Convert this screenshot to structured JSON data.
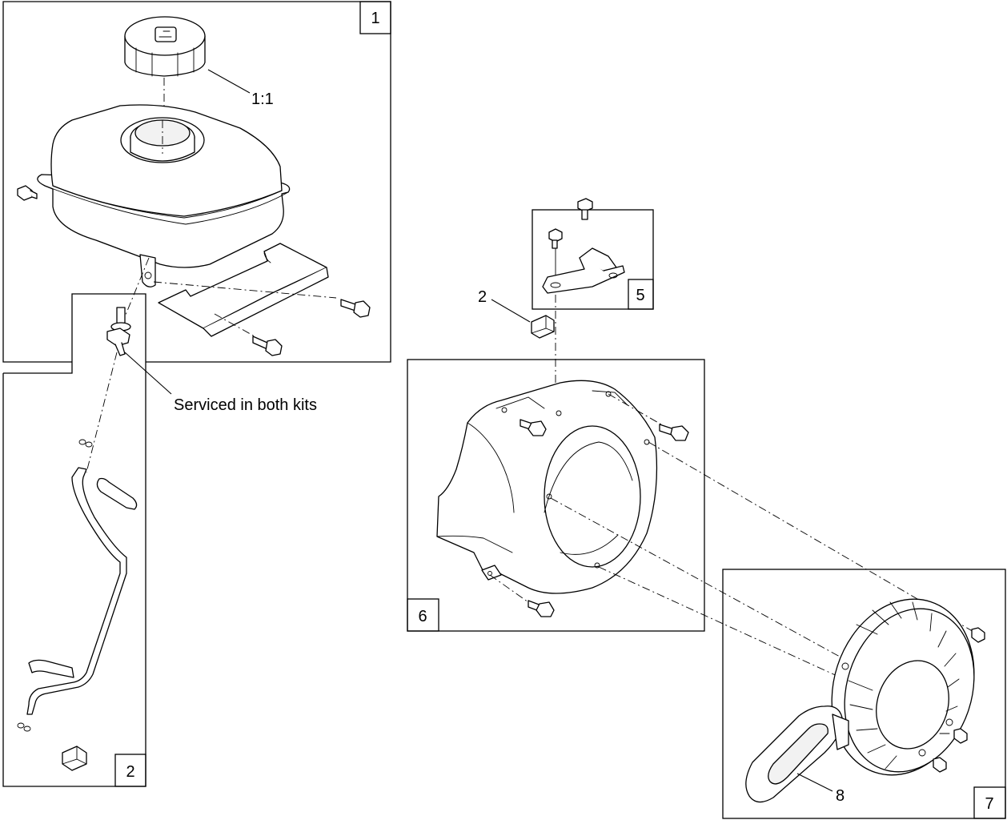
{
  "callouts": {
    "cap": "1:1",
    "valve_note": "Serviced in both kits",
    "clip": "2",
    "handle": "8"
  },
  "kits": {
    "k1": "1",
    "k2": "2",
    "k5": "5",
    "k6": "6",
    "k7": "7"
  }
}
